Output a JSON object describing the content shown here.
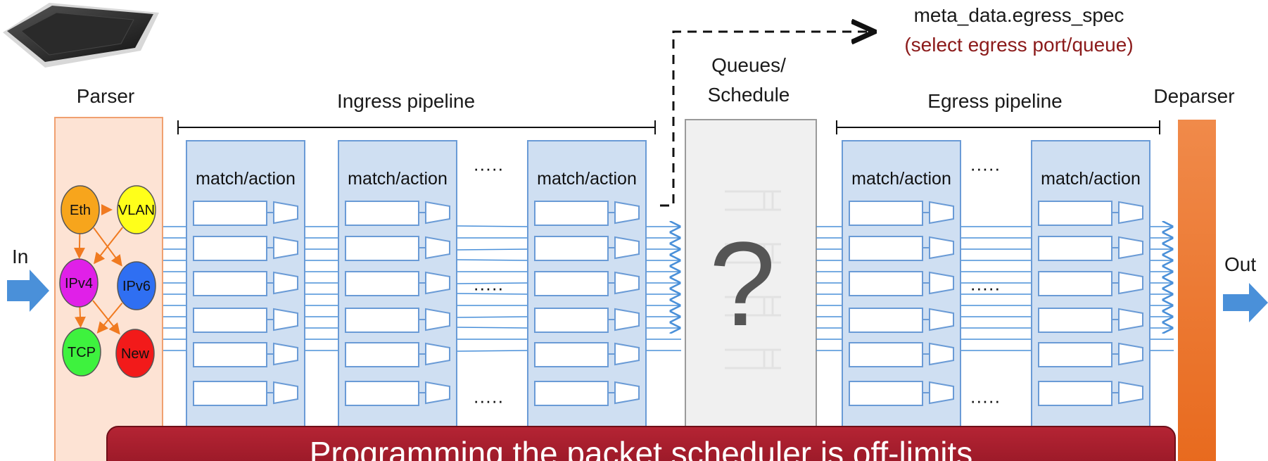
{
  "labels": {
    "parser": "Parser",
    "ingress": "Ingress pipeline",
    "queues_line1": "Queues/",
    "queues_line2": "Schedule",
    "egress": "Egress pipeline",
    "deparser": "Deparser",
    "in": "In",
    "out": "Out",
    "meta": "meta_data.egress_spec",
    "meta_sub": "(select egress port/queue)",
    "question": "?",
    "dots": "·····"
  },
  "stages": [
    {
      "label": "match/action"
    },
    {
      "label": "match/action"
    },
    {
      "label": "match/action"
    },
    {
      "label": "match/action"
    },
    {
      "label": "match/action"
    }
  ],
  "parse_graph": {
    "nodes": [
      {
        "label": "Eth",
        "color": "#f7a51c"
      },
      {
        "label": "VLAN",
        "color": "#ffff1a"
      },
      {
        "label": "IPv4",
        "color": "#e020e8"
      },
      {
        "label": "IPv6",
        "color": "#2f6ff2"
      },
      {
        "label": "TCP",
        "color": "#3ef23e"
      },
      {
        "label": "New",
        "color": "#f21a1a"
      }
    ]
  },
  "banner": {
    "text": "Programming the packet scheduler is off-limits",
    "color": "#a81a2a"
  },
  "colors": {
    "stage_fill": "#cfdff2",
    "stage_stroke": "#6a9bd6",
    "parser_fill": "#fde3d4",
    "parser_stroke": "#f0a070",
    "deparser": "#ee7a2e",
    "queue_fill": "#efefef",
    "arrow_blue": "#4a90d9",
    "accent_red": "#8b1a1a"
  }
}
